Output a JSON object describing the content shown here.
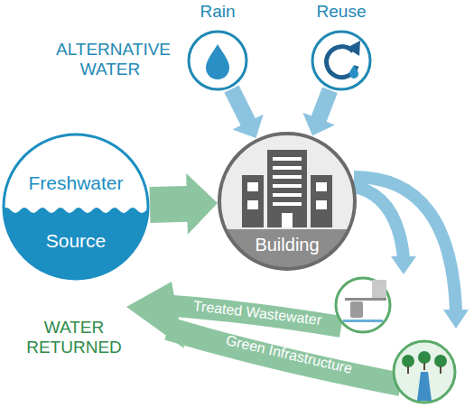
{
  "diagram": {
    "nodes": [
      {
        "text": [
          "Rain"
        ]
      },
      {
        "text": [
          "Reuse"
        ]
      },
      {
        "text": [
          "Freshwater",
          "Source"
        ]
      },
      {
        "text": [
          "Building"
        ]
      }
    ],
    "edges": [
      {
        "from": 2,
        "to": 3,
        "arrow": "to"
      },
      {
        "from": 0,
        "to": 3,
        "arrow": "to"
      },
      {
        "from": 1,
        "to": 3,
        "arrow": "to"
      }
    ],
    "labels": [
      "ALTERNATIVE WATER",
      "WATER RETURNED",
      "Treated Wastewater",
      "Green Infrastructure"
    ]
  }
}
